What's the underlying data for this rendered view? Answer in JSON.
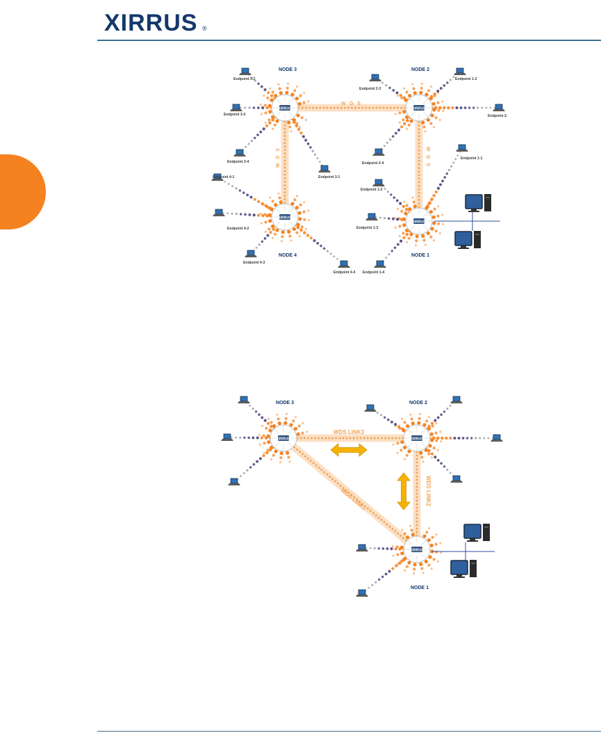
{
  "header": {
    "logo_text": "XIRRUS",
    "logo_mark": "®"
  },
  "colors": {
    "brand_navy": "#14386b",
    "accent_orange": "#f58220",
    "rule_blue": "#3f6f93",
    "wds_link_orange": "#f2a55b",
    "arrow_yellow": "#f5b301"
  },
  "diagram1": {
    "nodes": [
      {
        "id": "n3",
        "label": "NODE 3",
        "device_label": "XIRRUS"
      },
      {
        "id": "n2",
        "label": "NODE 2",
        "device_label": "XIRRUS"
      },
      {
        "id": "n4",
        "label": "NODE 4",
        "device_label": "XIRRUS"
      },
      {
        "id": "n1",
        "label": "NODE 1",
        "device_label": "XIRRUS"
      }
    ],
    "links": [
      {
        "from": "n3",
        "to": "n2",
        "label": "W D S"
      },
      {
        "from": "n3",
        "to": "n4",
        "label": "W D S"
      },
      {
        "from": "n2",
        "to": "n1",
        "label": "W D S"
      }
    ],
    "endpoints": [
      {
        "label": "Endpoint 3-2",
        "node": "n3"
      },
      {
        "label": "Endpoint 3-3",
        "node": "n3"
      },
      {
        "label": "Endpoint 3-4",
        "node": "n3"
      },
      {
        "label": "Endpoint 3-1",
        "node": "n3"
      },
      {
        "label": "Endpoint 2-3",
        "node": "n2"
      },
      {
        "label": "Endpoint 1-2",
        "node": "n2"
      },
      {
        "label": "Endpoint 2-",
        "node": "n2"
      },
      {
        "label": "Endpoint 2-4",
        "node": "n2"
      },
      {
        "label": "Endpoint 1-1",
        "node": "n1"
      },
      {
        "label": "Endpoint 1-2",
        "node": "n1"
      },
      {
        "label": "Endpoint 1-3",
        "node": "n1"
      },
      {
        "label": "Endpoint 1-4",
        "node": "n1"
      },
      {
        "label": "Endpoint 4-1",
        "node": "n4"
      },
      {
        "label": "Endpoint 4-2",
        "node": "n4"
      },
      {
        "label": "Endpoint 4-3",
        "node": "n4"
      },
      {
        "label": "Endpoint 4-4",
        "node": "n4"
      }
    ]
  },
  "diagram2": {
    "nodes": [
      {
        "id": "n3",
        "label": "NODE 3",
        "device_label": "XIRRUS"
      },
      {
        "id": "n2",
        "label": "NODE 2",
        "device_label": "XIRRUS"
      },
      {
        "id": "n1",
        "label": "NODE 1",
        "device_label": "XIRRUS"
      }
    ],
    "links": [
      {
        "from": "n3",
        "to": "n2",
        "label": "WDS LINK3"
      },
      {
        "from": "n2",
        "to": "n1",
        "label": "WDS LINK2"
      },
      {
        "from": "n3",
        "to": "n1",
        "label": "WDS LINK1"
      }
    ]
  }
}
